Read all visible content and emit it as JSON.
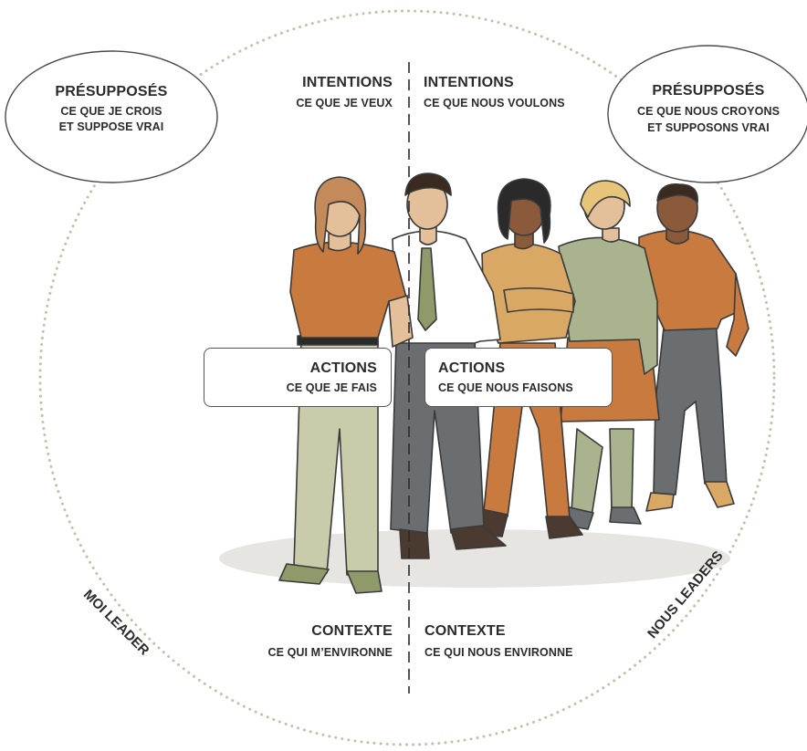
{
  "left": {
    "assumptions": {
      "title": "PRÉSUPPOSÉS",
      "line1": "CE QUE JE CROIS",
      "line2": "ET SUPPOSE VRAI"
    },
    "intentions": {
      "title": "INTENTIONS",
      "subtitle": "CE QUE JE VEUX"
    },
    "actions": {
      "title": "ACTIONS",
      "subtitle": "CE QUE JE FAIS"
    },
    "context": {
      "title": "CONTEXTE",
      "subtitle": "CE QUI M’ENVIRONNE"
    },
    "circle_label": "MOI LEADER"
  },
  "right": {
    "assumptions": {
      "title": "PRÉSUPPOSÉS",
      "line1": "CE QUE NOUS CROYONS",
      "line2": "ET SUPPOSONS VRAI"
    },
    "intentions": {
      "title": "INTENTIONS",
      "subtitle": "CE QUE NOUS VOULONS"
    },
    "actions": {
      "title": "ACTIONS",
      "subtitle": "CE QUE NOUS FAISONS"
    },
    "context": {
      "title": "CONTEXTE",
      "subtitle": "CE QUI NOUS ENVIRONNE"
    },
    "circle_label": "NOUS LEADERS"
  },
  "colors": {
    "orange": "#c97a3e",
    "mustard": "#d9a865",
    "sage": "#a9b48f",
    "olive": "#8e9a6a",
    "charcoal": "#6b6e71",
    "dotted": "#c9bfa8",
    "outline": "#3a3a3a"
  }
}
